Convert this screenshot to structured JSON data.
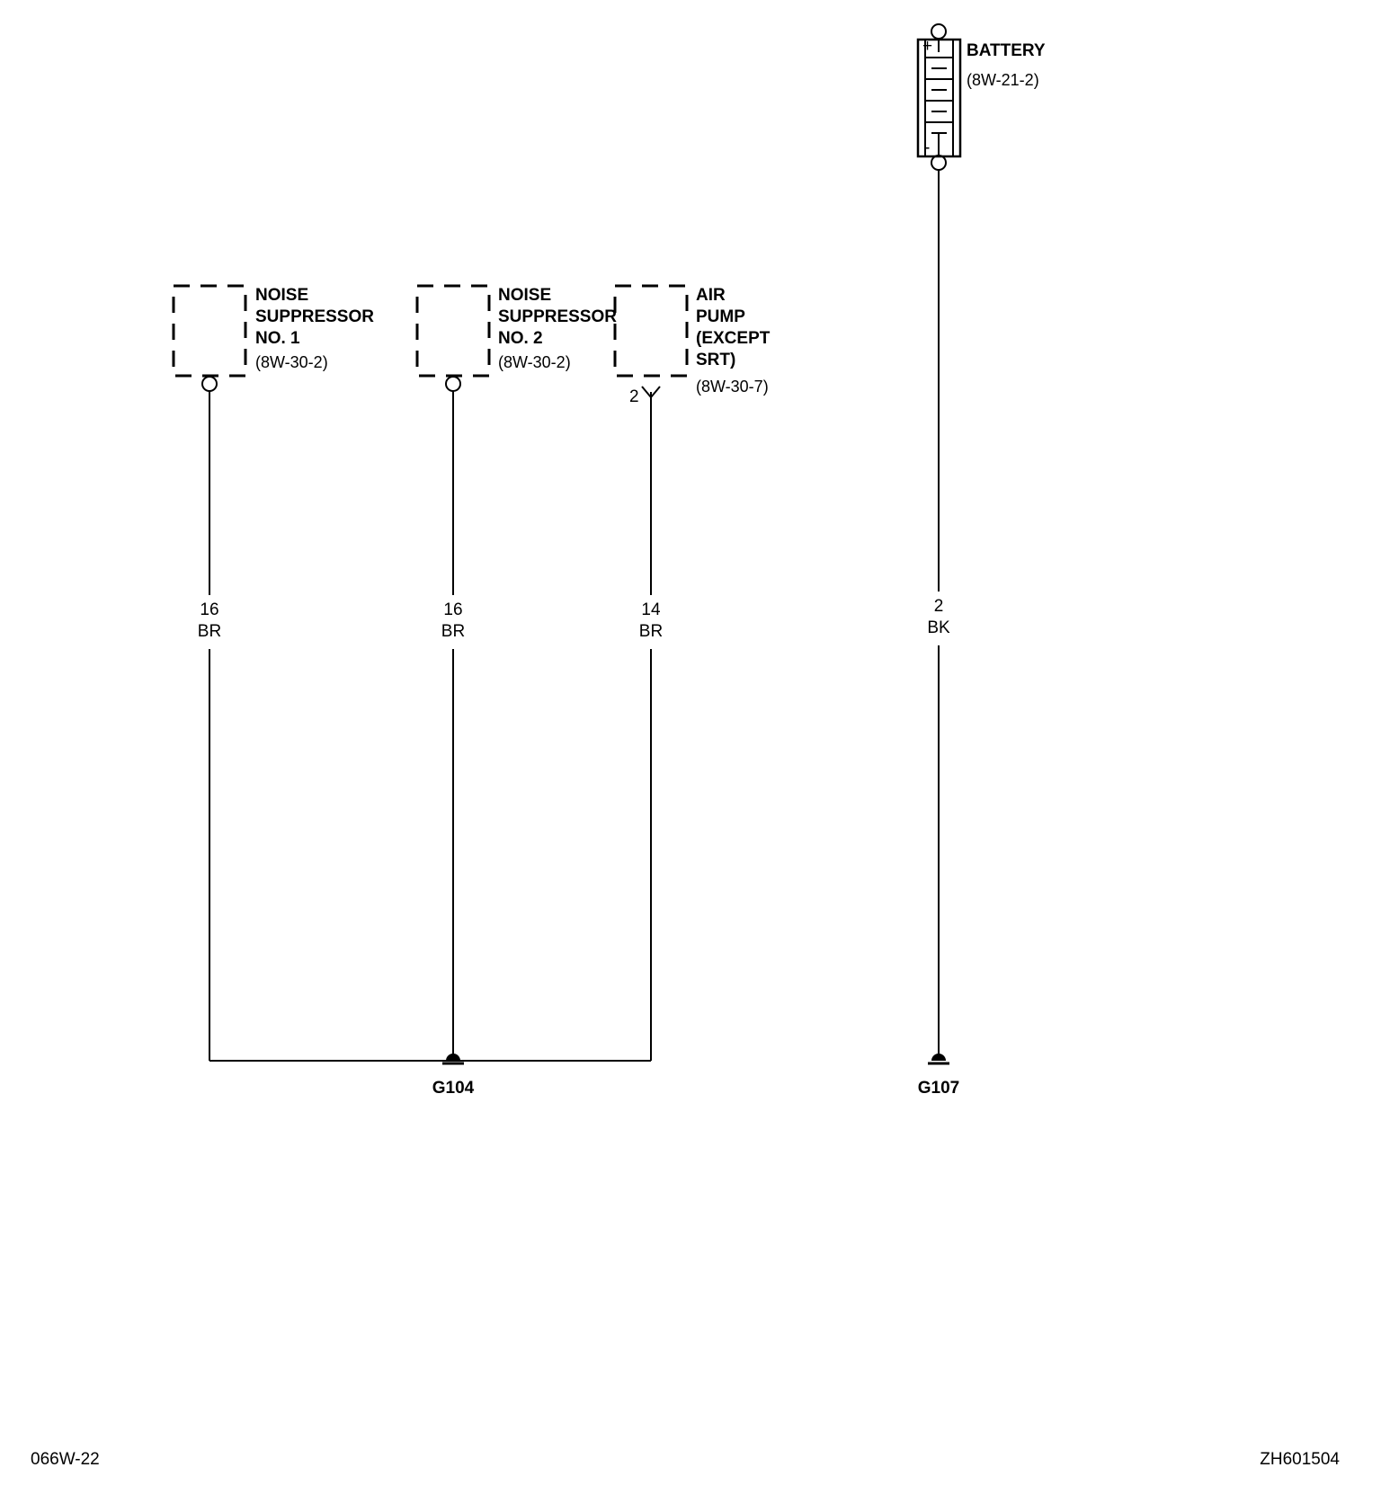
{
  "components": {
    "noise_suppressor_1": {
      "lines": [
        "NOISE",
        "SUPPRESSOR",
        "NO. 1"
      ],
      "ref": "(8W-30-2)"
    },
    "noise_suppressor_2": {
      "lines": [
        "NOISE",
        "SUPPRESSOR",
        "NO. 2"
      ],
      "ref": "(8W-30-2)"
    },
    "air_pump": {
      "lines": [
        "AIR",
        "PUMP",
        "(EXCEPT",
        "SRT)"
      ],
      "ref": "(8W-30-7)",
      "pin": "2"
    },
    "battery": {
      "name": "BATTERY",
      "ref": "(8W-21-2)",
      "plus": "+",
      "minus": "-"
    }
  },
  "wires": {
    "ns1": {
      "gauge": "16",
      "color": "BR"
    },
    "ns2": {
      "gauge": "16",
      "color": "BR"
    },
    "pump": {
      "gauge": "14",
      "color": "BR"
    },
    "battery": {
      "gauge": "2",
      "color": "BK"
    }
  },
  "grounds": {
    "g1": "G104",
    "g2": "G107"
  },
  "footer": {
    "left": "066W-22",
    "right": "ZH601504"
  }
}
